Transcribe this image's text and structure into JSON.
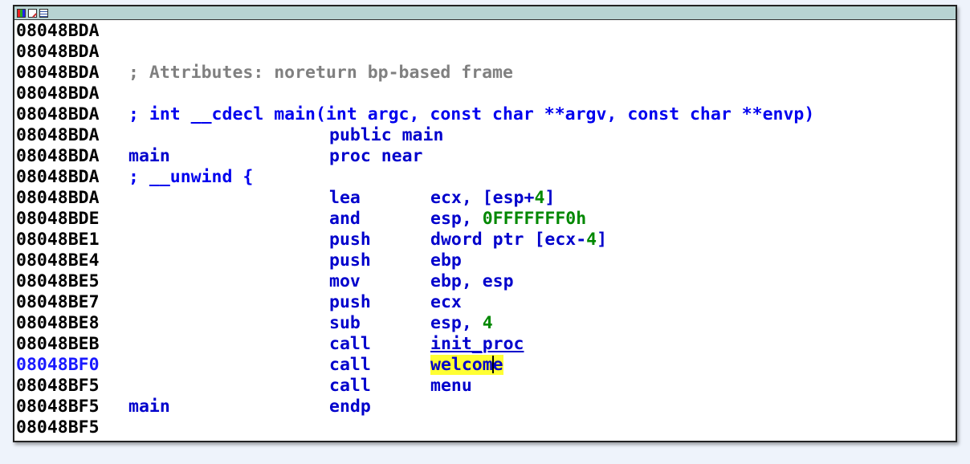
{
  "rows": [
    {
      "addr": "08048BDA"
    },
    {
      "addr": "08048BDA"
    },
    {
      "addr": "08048BDA",
      "comment": "; Attributes: noreturn bp-based frame"
    },
    {
      "addr": "08048BDA"
    },
    {
      "addr": "08048BDA",
      "proto": "; int __cdecl main(int argc, const char **argv, const char **envp)"
    },
    {
      "addr": "08048BDA",
      "mnem": "public main"
    },
    {
      "addr": "08048BDA",
      "label": "main",
      "mnem": "proc near"
    },
    {
      "addr": "08048BDA",
      "proto": "; __unwind {"
    },
    {
      "addr": "08048BDA",
      "mnem": "lea",
      "ops_a": "ecx, [esp+",
      "ops_num": "4",
      "ops_b": "]"
    },
    {
      "addr": "08048BDE",
      "mnem": "and",
      "ops_a": "esp, ",
      "ops_num": "0FFFFFFF0h",
      "ops_b": ""
    },
    {
      "addr": "08048BE1",
      "mnem": "push",
      "ops_a": "dword ptr [ecx-",
      "ops_num": "4",
      "ops_b": "]"
    },
    {
      "addr": "08048BE4",
      "mnem": "push",
      "ops_a": "ebp"
    },
    {
      "addr": "08048BE5",
      "mnem": "mov",
      "ops_a": "ebp, esp"
    },
    {
      "addr": "08048BE7",
      "mnem": "push",
      "ops_a": "ecx"
    },
    {
      "addr": "08048BE8",
      "mnem": "sub",
      "ops_a": "esp, ",
      "ops_num": "4",
      "ops_b": ""
    },
    {
      "addr": "08048BEB",
      "mnem": "call",
      "callee": "init_proc"
    },
    {
      "addr": "08048BF0",
      "mnem": "call",
      "callee_hl": "welcome",
      "current": true
    },
    {
      "addr": "08048BF5",
      "mnem": "call",
      "callee_plain": "menu"
    },
    {
      "addr": "08048BF5",
      "label": "main",
      "mnem": "endp"
    },
    {
      "addr": "08048BF5"
    }
  ],
  "title_icons": [
    "graph-view-icon",
    "edit-icon",
    "text-view-icon"
  ],
  "colors": {
    "address": "#000000",
    "current_address": "#1a1aff",
    "code": "#0000cc",
    "comment": "#808080",
    "number": "#008800",
    "highlight": "#ffff33",
    "titlebar": "#b7d3d2"
  }
}
